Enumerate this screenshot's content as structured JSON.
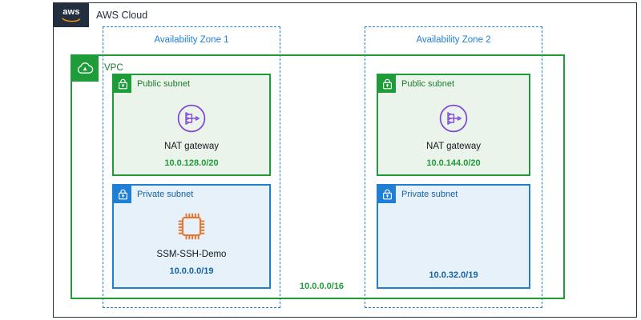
{
  "diagram": {
    "type": "aws-architecture",
    "cloud": {
      "logo_text": "aws",
      "title": "AWS Cloud"
    },
    "vpc": {
      "label": "VPC",
      "cidr": "10.0.0.0/16",
      "icon": "vpc-cloud-icon"
    },
    "availability_zones": [
      {
        "title": "Availability Zone 1",
        "subnets": [
          {
            "kind": "public",
            "name": "Public subnet",
            "icon": "lock-icon",
            "cidr": "10.0.128.0/20",
            "resource": {
              "label": "NAT gateway",
              "icon": "nat-gateway-icon"
            }
          },
          {
            "kind": "private",
            "name": "Private subnet",
            "icon": "lock-icon",
            "cidr": "10.0.0.0/19",
            "resource": {
              "label": "SSM-SSH-Demo",
              "icon": "ec2-instance-icon"
            }
          }
        ]
      },
      {
        "title": "Availability Zone 2",
        "subnets": [
          {
            "kind": "public",
            "name": "Public subnet",
            "icon": "lock-icon",
            "cidr": "10.0.144.0/20",
            "resource": {
              "label": "NAT gateway",
              "icon": "nat-gateway-icon"
            }
          },
          {
            "kind": "private",
            "name": "Private subnet",
            "icon": "lock-icon",
            "cidr": "10.0.32.0/19",
            "resource": null
          }
        ]
      }
    ],
    "colors": {
      "aws_navy": "#232f3e",
      "vpc_green": "#1f9c3a",
      "subnet_green_fill": "#eaf4ea",
      "az_blue": "#1f7fd4",
      "subnet_blue_fill": "#e6f1fa",
      "nat_purple": "#8046d6",
      "ec2_orange": "#e8762d",
      "text_dark": "#16191f"
    }
  }
}
